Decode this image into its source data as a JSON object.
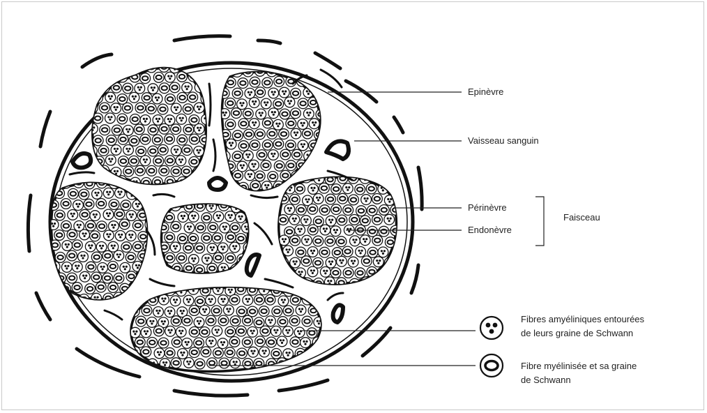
{
  "labels": {
    "epineurium": "Epinèvre",
    "blood_vessel": "Vaisseau sanguin",
    "perineurium": "Périnèvre",
    "endoneurium": "Endonèvre",
    "fascicle": "Faisceau"
  },
  "legend": [
    {
      "icon": "unmyelinated-fibers-icon",
      "lines": [
        "Fibres amyéliniques entourées",
        "de leurs graine de Schwann"
      ]
    },
    {
      "icon": "myelinated-fiber-icon",
      "lines": [
        "Fibre myélinisée et sa graine",
        "de Schwann"
      ]
    }
  ],
  "colors": {
    "ink": "#111111",
    "paper": "#ffffff",
    "text": "#222222",
    "frame": "#c8c8c8"
  }
}
